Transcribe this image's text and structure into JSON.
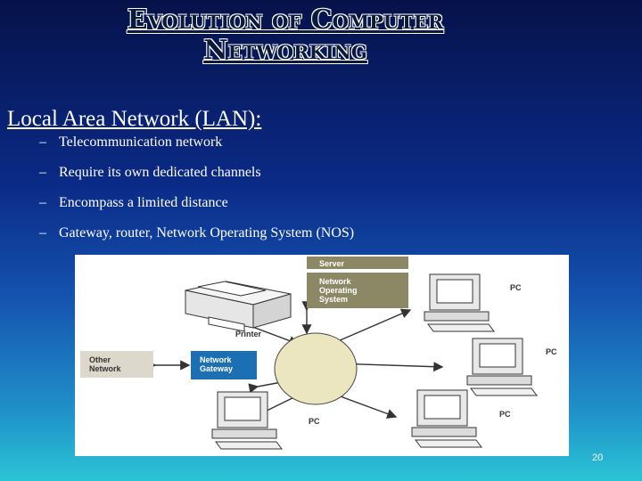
{
  "slide": {
    "title": "Evolution of Computer Networking",
    "heading": "Local Area Network (LAN):",
    "bullets": [
      "Telecommunication network",
      "Require its own dedicated channels",
      "Encompass a limited distance",
      "Gateway, router, Network Operating System (NOS)"
    ],
    "page_number": "20"
  },
  "diagram": {
    "server_label": "Server",
    "nos_label_lines": [
      "Network",
      "Operating",
      "System"
    ],
    "printer_label": "Printer",
    "gateway_label_lines": [
      "Network",
      "Gateway"
    ],
    "other_network_label_lines": [
      "Other",
      "Network"
    ],
    "pc_label": "PC",
    "colors": {
      "server_box": "#8c8866",
      "gateway_box": "#1d6fb3",
      "hub": "#ece6c0",
      "other_network_box": "#dcd8cc"
    }
  }
}
